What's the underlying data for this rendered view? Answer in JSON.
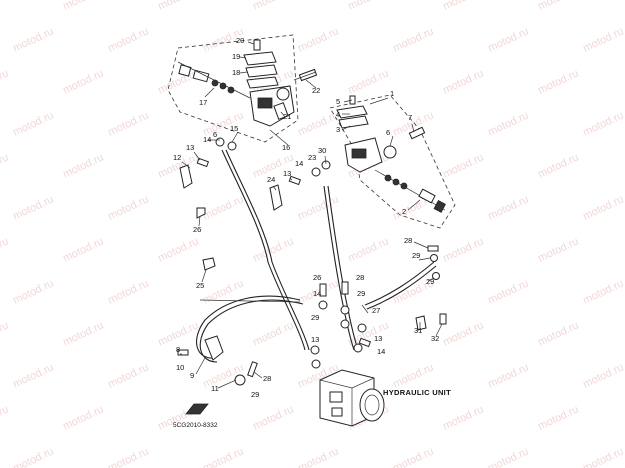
{
  "watermark": "motod.ru",
  "labels": {
    "hydraulic_unit": "HYDRAULIC UNIT",
    "diagram_code": "5CG2010-8332"
  },
  "callouts": [
    {
      "id": "c20",
      "text": "20"
    },
    {
      "id": "c19",
      "text": "19"
    },
    {
      "id": "c18",
      "text": "18"
    },
    {
      "id": "c17",
      "text": "17"
    },
    {
      "id": "c22",
      "text": "22"
    },
    {
      "id": "c21",
      "text": "21"
    },
    {
      "id": "c16",
      "text": "16"
    },
    {
      "id": "c15",
      "text": "15"
    },
    {
      "id": "c14a",
      "text": "14"
    },
    {
      "id": "c6a",
      "text": "6"
    },
    {
      "id": "c12",
      "text": "12"
    },
    {
      "id": "c13a",
      "text": "13"
    },
    {
      "id": "c26",
      "text": "26"
    },
    {
      "id": "c25",
      "text": "25"
    },
    {
      "id": "c1",
      "text": "1"
    },
    {
      "id": "c5",
      "text": "5"
    },
    {
      "id": "c4",
      "text": "4"
    },
    {
      "id": "c3",
      "text": "3"
    },
    {
      "id": "c6b",
      "text": "6"
    },
    {
      "id": "c7",
      "text": "7"
    },
    {
      "id": "c30",
      "text": "30"
    },
    {
      "id": "c23",
      "text": "23"
    },
    {
      "id": "c14b",
      "text": "14"
    },
    {
      "id": "c24",
      "text": "24"
    },
    {
      "id": "c13b",
      "text": "13"
    },
    {
      "id": "c2",
      "text": "2"
    },
    {
      "id": "c28a",
      "text": "28"
    },
    {
      "id": "c29a",
      "text": "29"
    },
    {
      "id": "c29b",
      "text": "29"
    },
    {
      "id": "c26b",
      "text": "26"
    },
    {
      "id": "c28b",
      "text": "28"
    },
    {
      "id": "c14c",
      "text": "14"
    },
    {
      "id": "c29c",
      "text": "29"
    },
    {
      "id": "c27",
      "text": "27"
    },
    {
      "id": "c29d",
      "text": "29"
    },
    {
      "id": "c13c",
      "text": "13"
    },
    {
      "id": "c13d",
      "text": "13"
    },
    {
      "id": "c14d",
      "text": "14"
    },
    {
      "id": "c31",
      "text": "31"
    },
    {
      "id": "c32",
      "text": "32"
    },
    {
      "id": "c8",
      "text": "8"
    },
    {
      "id": "c10",
      "text": "10"
    },
    {
      "id": "c9",
      "text": "9"
    },
    {
      "id": "c11",
      "text": "11"
    },
    {
      "id": "c28c",
      "text": "28"
    },
    {
      "id": "c29e",
      "text": "29"
    }
  ]
}
